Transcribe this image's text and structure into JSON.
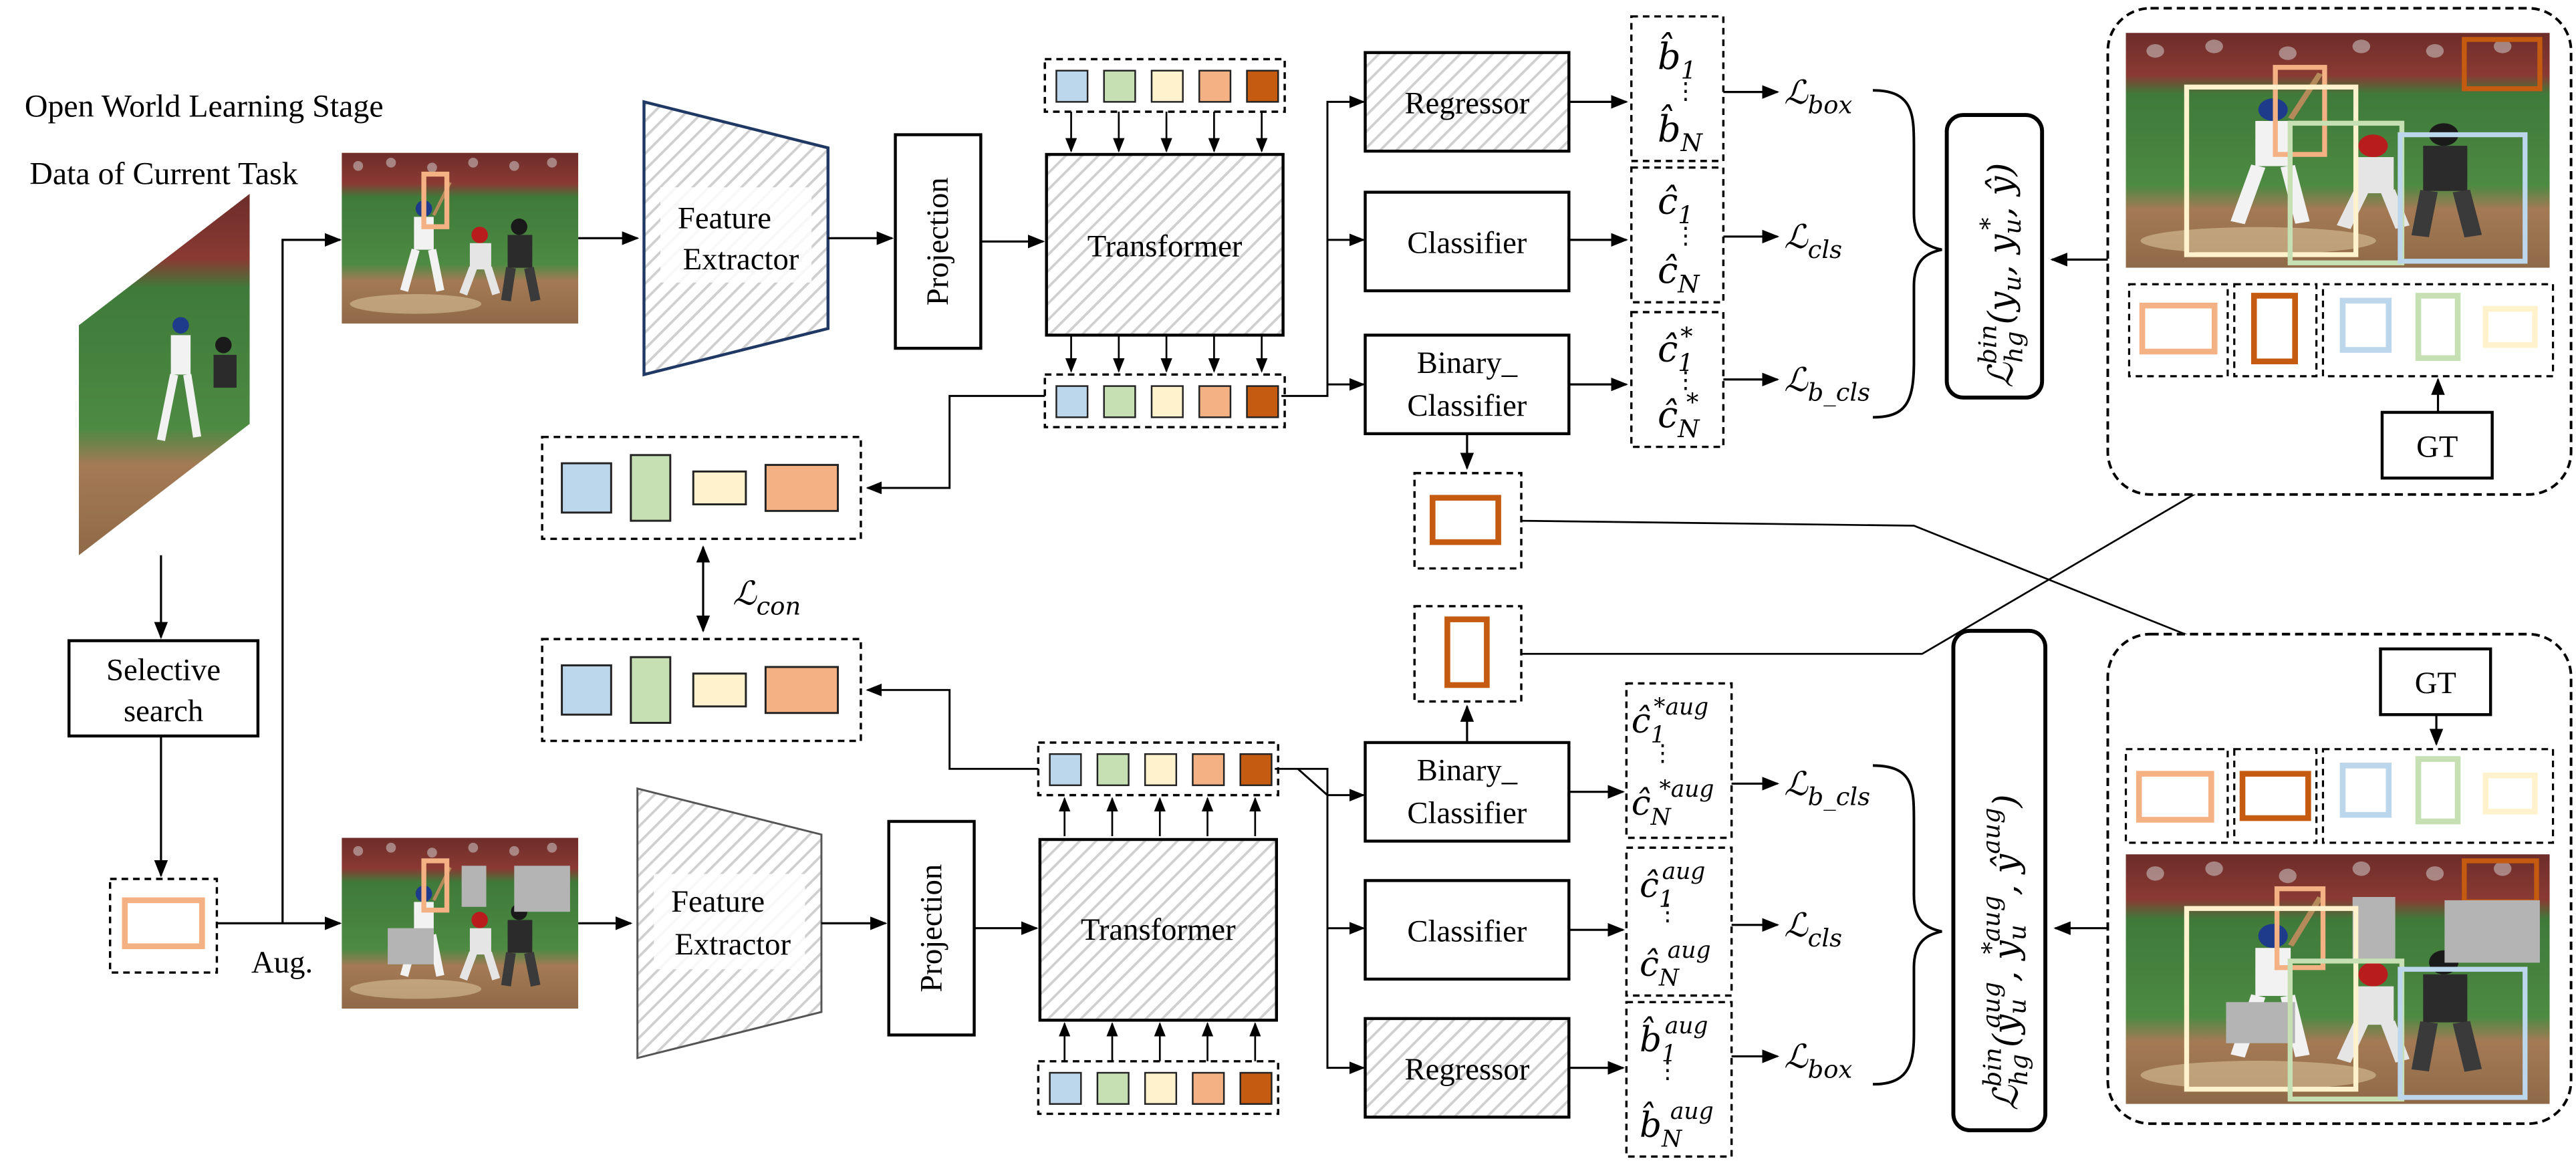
{
  "title": "Open World Learning Stage",
  "subtitle": "Data of Current Task",
  "blocks": {
    "selective_search": [
      "Selective",
      "search"
    ],
    "aug": "Aug.",
    "feature_extractor": [
      "Feature",
      "Extractor"
    ],
    "projection": "Projection",
    "transformer": "Transformer",
    "regressor": "Regressor",
    "classifier": "Classifier",
    "binary_classifier": [
      "Binary_",
      "Classifier"
    ],
    "gt": "GT"
  },
  "outputs_top": {
    "box": [
      "b̂",
      "1",
      "b̂",
      "N"
    ],
    "cls": [
      "ĉ",
      "1",
      "ĉ",
      "N"
    ],
    "bcls": [
      "ĉ",
      "1",
      "*",
      "ĉ",
      "N",
      "*"
    ]
  },
  "outputs_bottom": {
    "bcls": [
      "ĉ",
      "1",
      "*aug",
      "ĉ",
      "N",
      "*aug"
    ],
    "cls": [
      "ĉ",
      "1",
      "aug",
      "ĉ",
      "N",
      "aug"
    ],
    "box": [
      "b̂",
      "1",
      "aug",
      "b̂",
      "N",
      "aug"
    ]
  },
  "losses": {
    "L": "ℒ",
    "box": "box",
    "cls": "cls",
    "b_cls": "b_cls",
    "con": "con",
    "hg_top": [
      "ℒ",
      "hg",
      "bin",
      "(y",
      "u",
      ", y",
      "u",
      "*",
      ", ŷ)"
    ],
    "hg_bottom": [
      "ℒ",
      "hg",
      "bin",
      "(y",
      "u",
      "aug",
      ", y",
      "u",
      "*aug",
      ", ŷ",
      "aug",
      ")"
    ]
  },
  "colors": {
    "blue": "#bcd6ec",
    "green": "#c6e0b4",
    "cream": "#fff2cc",
    "salmon": "#f4b183",
    "orange": "#c55a11",
    "frame_navy": "#1f3864",
    "hatch": "#cfcfcf"
  }
}
